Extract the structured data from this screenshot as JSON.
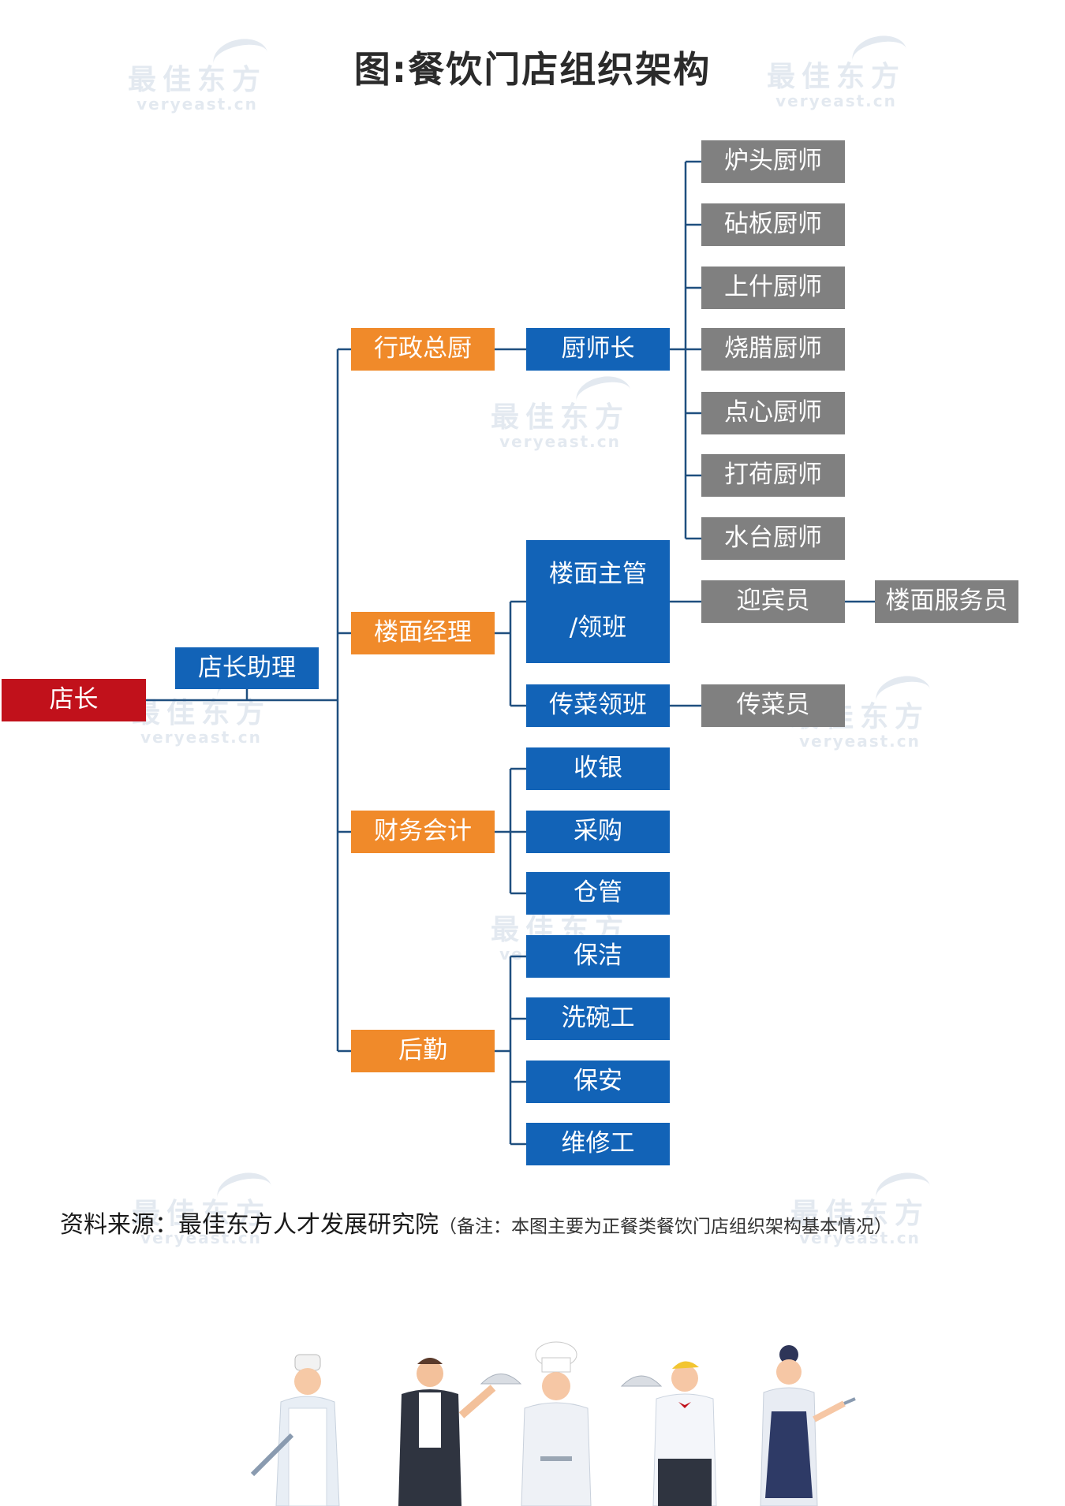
{
  "title": "图:餐饮门店组织架构",
  "watermark": {
    "brand": "最佳东方",
    "site": "veryeast.cn"
  },
  "nodes": {
    "store_manager": "店长",
    "assistant_manager": "店长助理",
    "executive_chef": "行政总厨",
    "head_chef": "厨师长",
    "wok_chef": "炉头厨师",
    "cutting_chef": "砧板厨师",
    "misc_chef": "上什厨师",
    "roast_chef": "烧腊厨师",
    "dimsum_chef": "点心厨师",
    "prep_chef": "打荷厨师",
    "water_station_chef": "水台厨师",
    "floor_manager": "楼面经理",
    "floor_supervisor_line1": "楼面主管",
    "floor_supervisor_line2": "/领班",
    "greeter": "迎宾员",
    "floor_server": "楼面服务员",
    "runner_lead": "传菜领班",
    "runner": "传菜员",
    "finance": "财务会计",
    "cashier": "收银",
    "purchasing": "采购",
    "warehouse": "仓管",
    "logistics": "后勤",
    "cleaner": "保洁",
    "dishwasher": "洗碗工",
    "security": "保安",
    "maintenance": "维修工"
  },
  "source": {
    "main": "资料来源：最佳东方人才发展研究院",
    "note": "（备注：本图主要为正餐类餐饮门店组织架构基本情况）"
  },
  "colors": {
    "top": "#c1111b",
    "blue": "#1263b7",
    "orange": "#f08a2a",
    "gray": "#808080",
    "line": "#1f4f7f"
  }
}
